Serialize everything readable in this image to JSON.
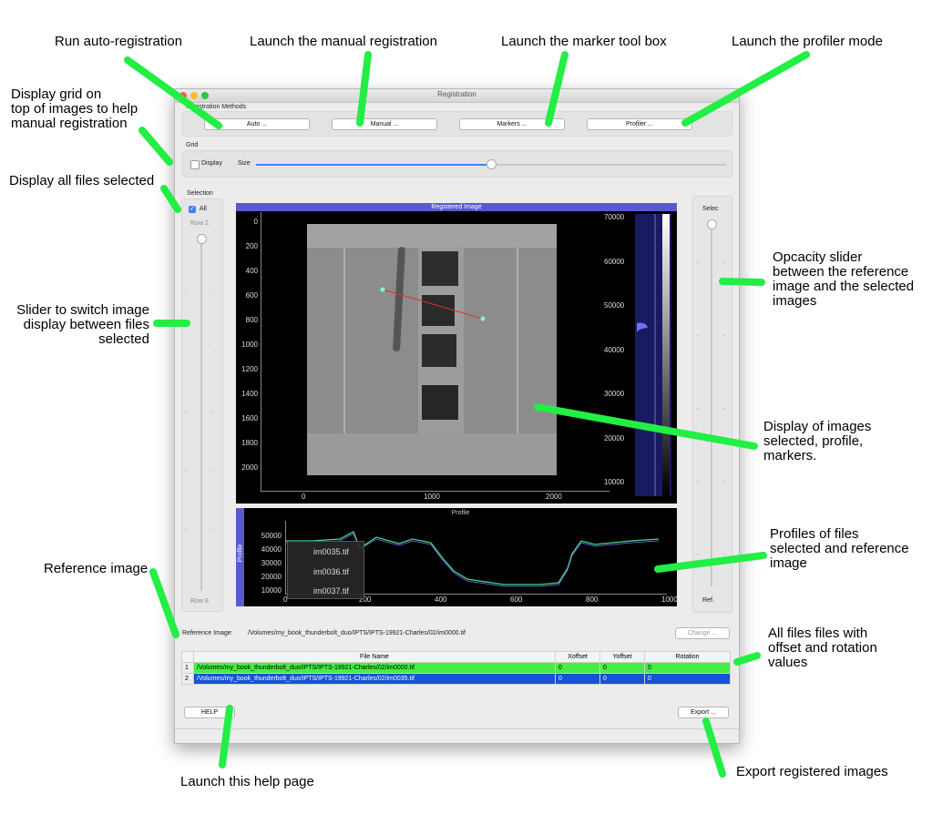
{
  "annotations": {
    "auto_reg": "Run auto-registration",
    "manual_reg": "Launch the manual registration",
    "marker": "Launch the marker tool box",
    "profiler": "Launch the profiler mode",
    "grid_lines": [
      "Display grid on",
      "top of images to help",
      "manual registration"
    ],
    "all_files": "Display all files selected",
    "slider_lines": [
      "Slider to switch image",
      "display between files",
      "selected"
    ],
    "reference_image": "Reference image",
    "opacity_lines": [
      "Opcacity slider",
      "between the reference",
      "image and the selected",
      "images"
    ],
    "display_lines": [
      "Display of images",
      "selected, profile,",
      "markers."
    ],
    "profiles_lines": [
      "Profiles of files",
      "selected and reference",
      "image"
    ],
    "allfiles_lines": [
      "All files files with",
      "offset and rotation",
      "values"
    ],
    "help": "Launch this help page",
    "export": "Export registered images"
  },
  "window": {
    "title": "Registration",
    "methods_group": "Registration Methods",
    "buttons": {
      "auto": "Auto ...",
      "manual": "Manual ...",
      "markers": "Markers ...",
      "profiler": "Profiler ..."
    },
    "grid_group": "Grid",
    "grid_display": "Display",
    "grid_size": "Size",
    "selection": {
      "label": "Selection",
      "all": "All",
      "row_top": "Row 2",
      "row_bottom": "Row 8"
    },
    "opacity": {
      "top": "Selec",
      "bottom": "Ref."
    },
    "image_panel": {
      "title": "Registered Image",
      "y_ticks": [
        "0",
        "200",
        "400",
        "600",
        "800",
        "1000",
        "1200",
        "1400",
        "1600",
        "1800",
        "2000"
      ],
      "x_ticks": [
        "0",
        "1000",
        "2000"
      ],
      "hist_ticks": [
        "70000",
        "60000",
        "50000",
        "40000",
        "30000",
        "20000",
        "10000"
      ]
    },
    "profile_panel": {
      "title": "Profile",
      "ylabel": "Profile",
      "y_ticks": [
        "50000",
        "40000",
        "30000",
        "20000",
        "10000"
      ],
      "x_ticks": [
        "0",
        "200",
        "400",
        "600",
        "800",
        "1000"
      ],
      "legend": [
        "im0035.tif",
        "im0036.tif",
        "im0037.tif"
      ]
    },
    "reference": {
      "label": "Reference Image:",
      "path": "/Volumes/my_book_thunderbolt_duo/IPTS/IPTS-19921-Charles/02/im0000.tif",
      "change_button": "Change ..."
    },
    "table": {
      "headers": [
        "File Name",
        "Xoffset",
        "Yoffset",
        "Rotation"
      ],
      "rows": [
        {
          "index": "1",
          "file": "/Volumes/my_book_thunderbolt_duo/IPTS/IPTS-19921-Charles/02/im0000.tif",
          "xoffset": "0",
          "yoffset": "0",
          "rotation": "0"
        },
        {
          "index": "2",
          "file": "/Volumes/my_book_thunderbolt_duo/IPTS/IPTS-19921-Charles/02/im0035.tif",
          "xoffset": "0",
          "yoffset": "0",
          "rotation": "0"
        }
      ]
    },
    "help_button": "HELP",
    "export_button": "Export ..."
  },
  "colors": {
    "arrow": "#22ee44",
    "row1": "#44ee44",
    "row2": "#1a4fd8",
    "panel_header": "#5a5ad0",
    "profile_line": "#44dd88"
  }
}
